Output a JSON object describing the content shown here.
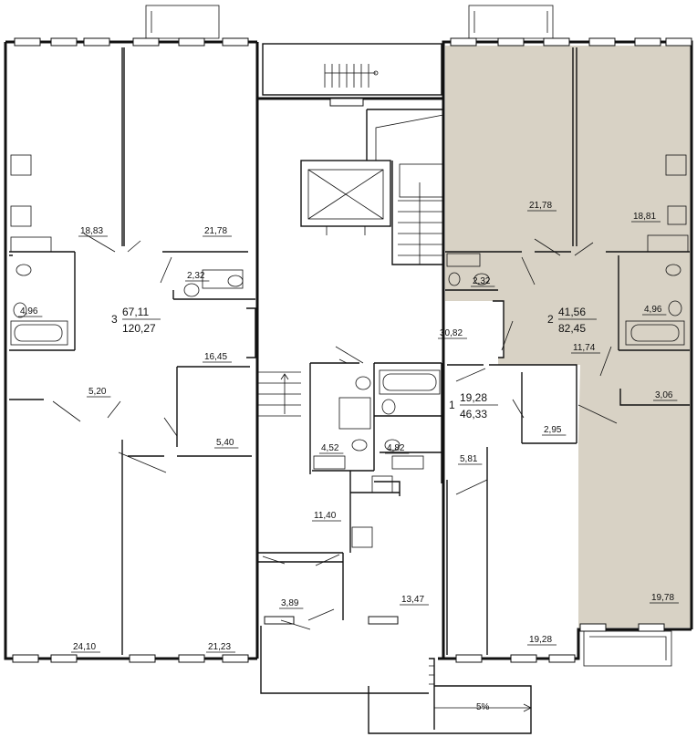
{
  "apartments": [
    {
      "number": "3",
      "living_area": "67,11",
      "total_area": "120,27"
    },
    {
      "number": "2",
      "living_area": "41,56",
      "total_area": "82,45"
    },
    {
      "number": "1",
      "living_area": "19,28",
      "total_area": "46,33"
    }
  ],
  "rooms": [
    "18,83",
    "21,78",
    "2,32",
    "4,96",
    "16,45",
    "5,20",
    "5,40",
    "24,10",
    "21,23",
    "30,82",
    "21,78",
    "18,81",
    "2,32",
    "4,96",
    "11,74",
    "3,06",
    "19,78",
    "4,52",
    "4,82",
    "5,81",
    "2,95",
    "11,40",
    "3,89",
    "13,47",
    "19,28"
  ],
  "ramp_slope": "5%",
  "colors": {
    "highlight": "#d8d2c5",
    "lines": "#111111",
    "background": "#ffffff"
  }
}
